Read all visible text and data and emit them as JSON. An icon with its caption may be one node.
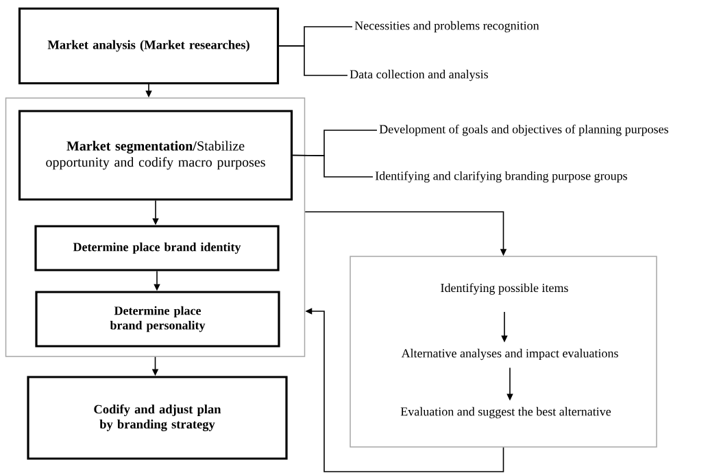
{
  "diagram": {
    "nodes": [
      {
        "text": [
          "Market analysis (Market researches)"
        ]
      },
      {
        "text": [
          "Necessities and problems recognition"
        ]
      },
      {
        "text": [
          "Data collection and analysis"
        ]
      },
      {
        "text": [],
        "shape": "box"
      },
      {
        "text": [
          "**Market segmentation/**Stabilize opportunity and codify macro purposes"
        ],
        "in": 3
      },
      {
        "text": [
          "Development of goals and objectives of planning purposes"
        ]
      },
      {
        "text": [
          "Identifying and clarifying branding purpose groups"
        ]
      },
      {
        "text": [
          "Determine place brand identity"
        ],
        "in": 3
      },
      {
        "text": [
          "Determine place brand personality"
        ],
        "in": 3
      },
      {
        "text": [
          "Codify and adjust plan by branding strategy"
        ]
      },
      {
        "text": [],
        "shape": "box"
      },
      {
        "text": [
          "Identifying possible items"
        ],
        "in": 10
      },
      {
        "text": [
          "Alternative analyses and impact evaluations"
        ],
        "in": 10
      },
      {
        "text": [
          "Evaluation and suggest the best alternative"
        ],
        "in": 10
      }
    ],
    "edges": [
      {
        "from": 0,
        "to": 3,
        "arrow": "to"
      },
      {
        "from": 0,
        "to": 1,
        "arrow": "none"
      },
      {
        "from": 0,
        "to": 2,
        "arrow": "none"
      },
      {
        "from": 4,
        "to": 5,
        "arrow": "none"
      },
      {
        "from": 4,
        "to": 6,
        "arrow": "none"
      },
      {
        "from": 4,
        "to": 7,
        "arrow": "to"
      },
      {
        "from": 7,
        "to": 8,
        "arrow": "to"
      },
      {
        "from": 3,
        "to": 9,
        "arrow": "to"
      },
      {
        "from": 3,
        "to": 10,
        "arrow": "to"
      },
      {
        "from": 11,
        "to": 12,
        "arrow": "to"
      },
      {
        "from": 12,
        "to": 13,
        "arrow": "to"
      },
      {
        "from": 10,
        "to": 3,
        "arrow": "to"
      }
    ]
  }
}
